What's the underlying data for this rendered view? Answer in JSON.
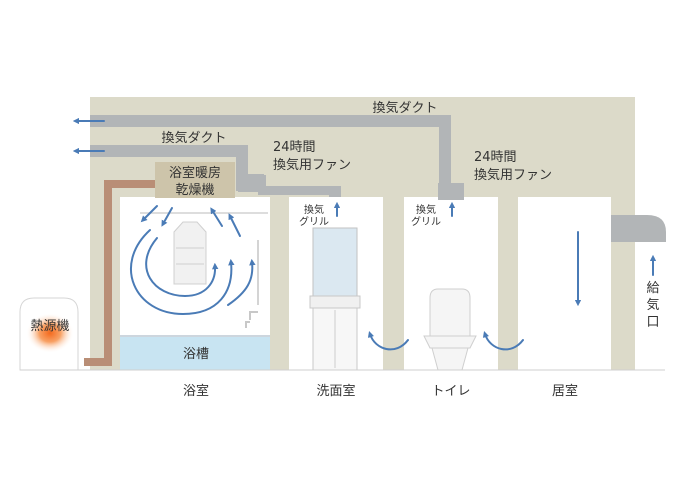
{
  "labels": {
    "duct_top": "換気ダクト",
    "duct_second": "換気ダクト",
    "fan_1_line1": "24時間",
    "fan_1_line2": "換気用ファン",
    "fan_2_line1": "24時間",
    "fan_2_line2": "換気用ファン",
    "dryer_line1": "浴室暖房",
    "dryer_line2": "乾燥機",
    "grille_1_line1": "換気",
    "grille_1_line2": "グリル",
    "grille_2_line1": "換気",
    "grille_2_line2": "グリル",
    "heat_source": "熱源機",
    "bathtub": "浴槽",
    "air_intake_1": "給",
    "air_intake_2": "気",
    "air_intake_3": "口"
  },
  "rooms": {
    "bathroom": "浴室",
    "washroom": "洗面室",
    "toilet": "トイレ",
    "living_room": "居室"
  },
  "colors": {
    "wall": "#dcdac9",
    "duct": "#b2b5b7",
    "arrow": "#4a7bb6",
    "pipe": "#b98e76",
    "dryer": "#cdc4aa",
    "bathtub": "#c8e4f2",
    "room": "#ffffff"
  }
}
